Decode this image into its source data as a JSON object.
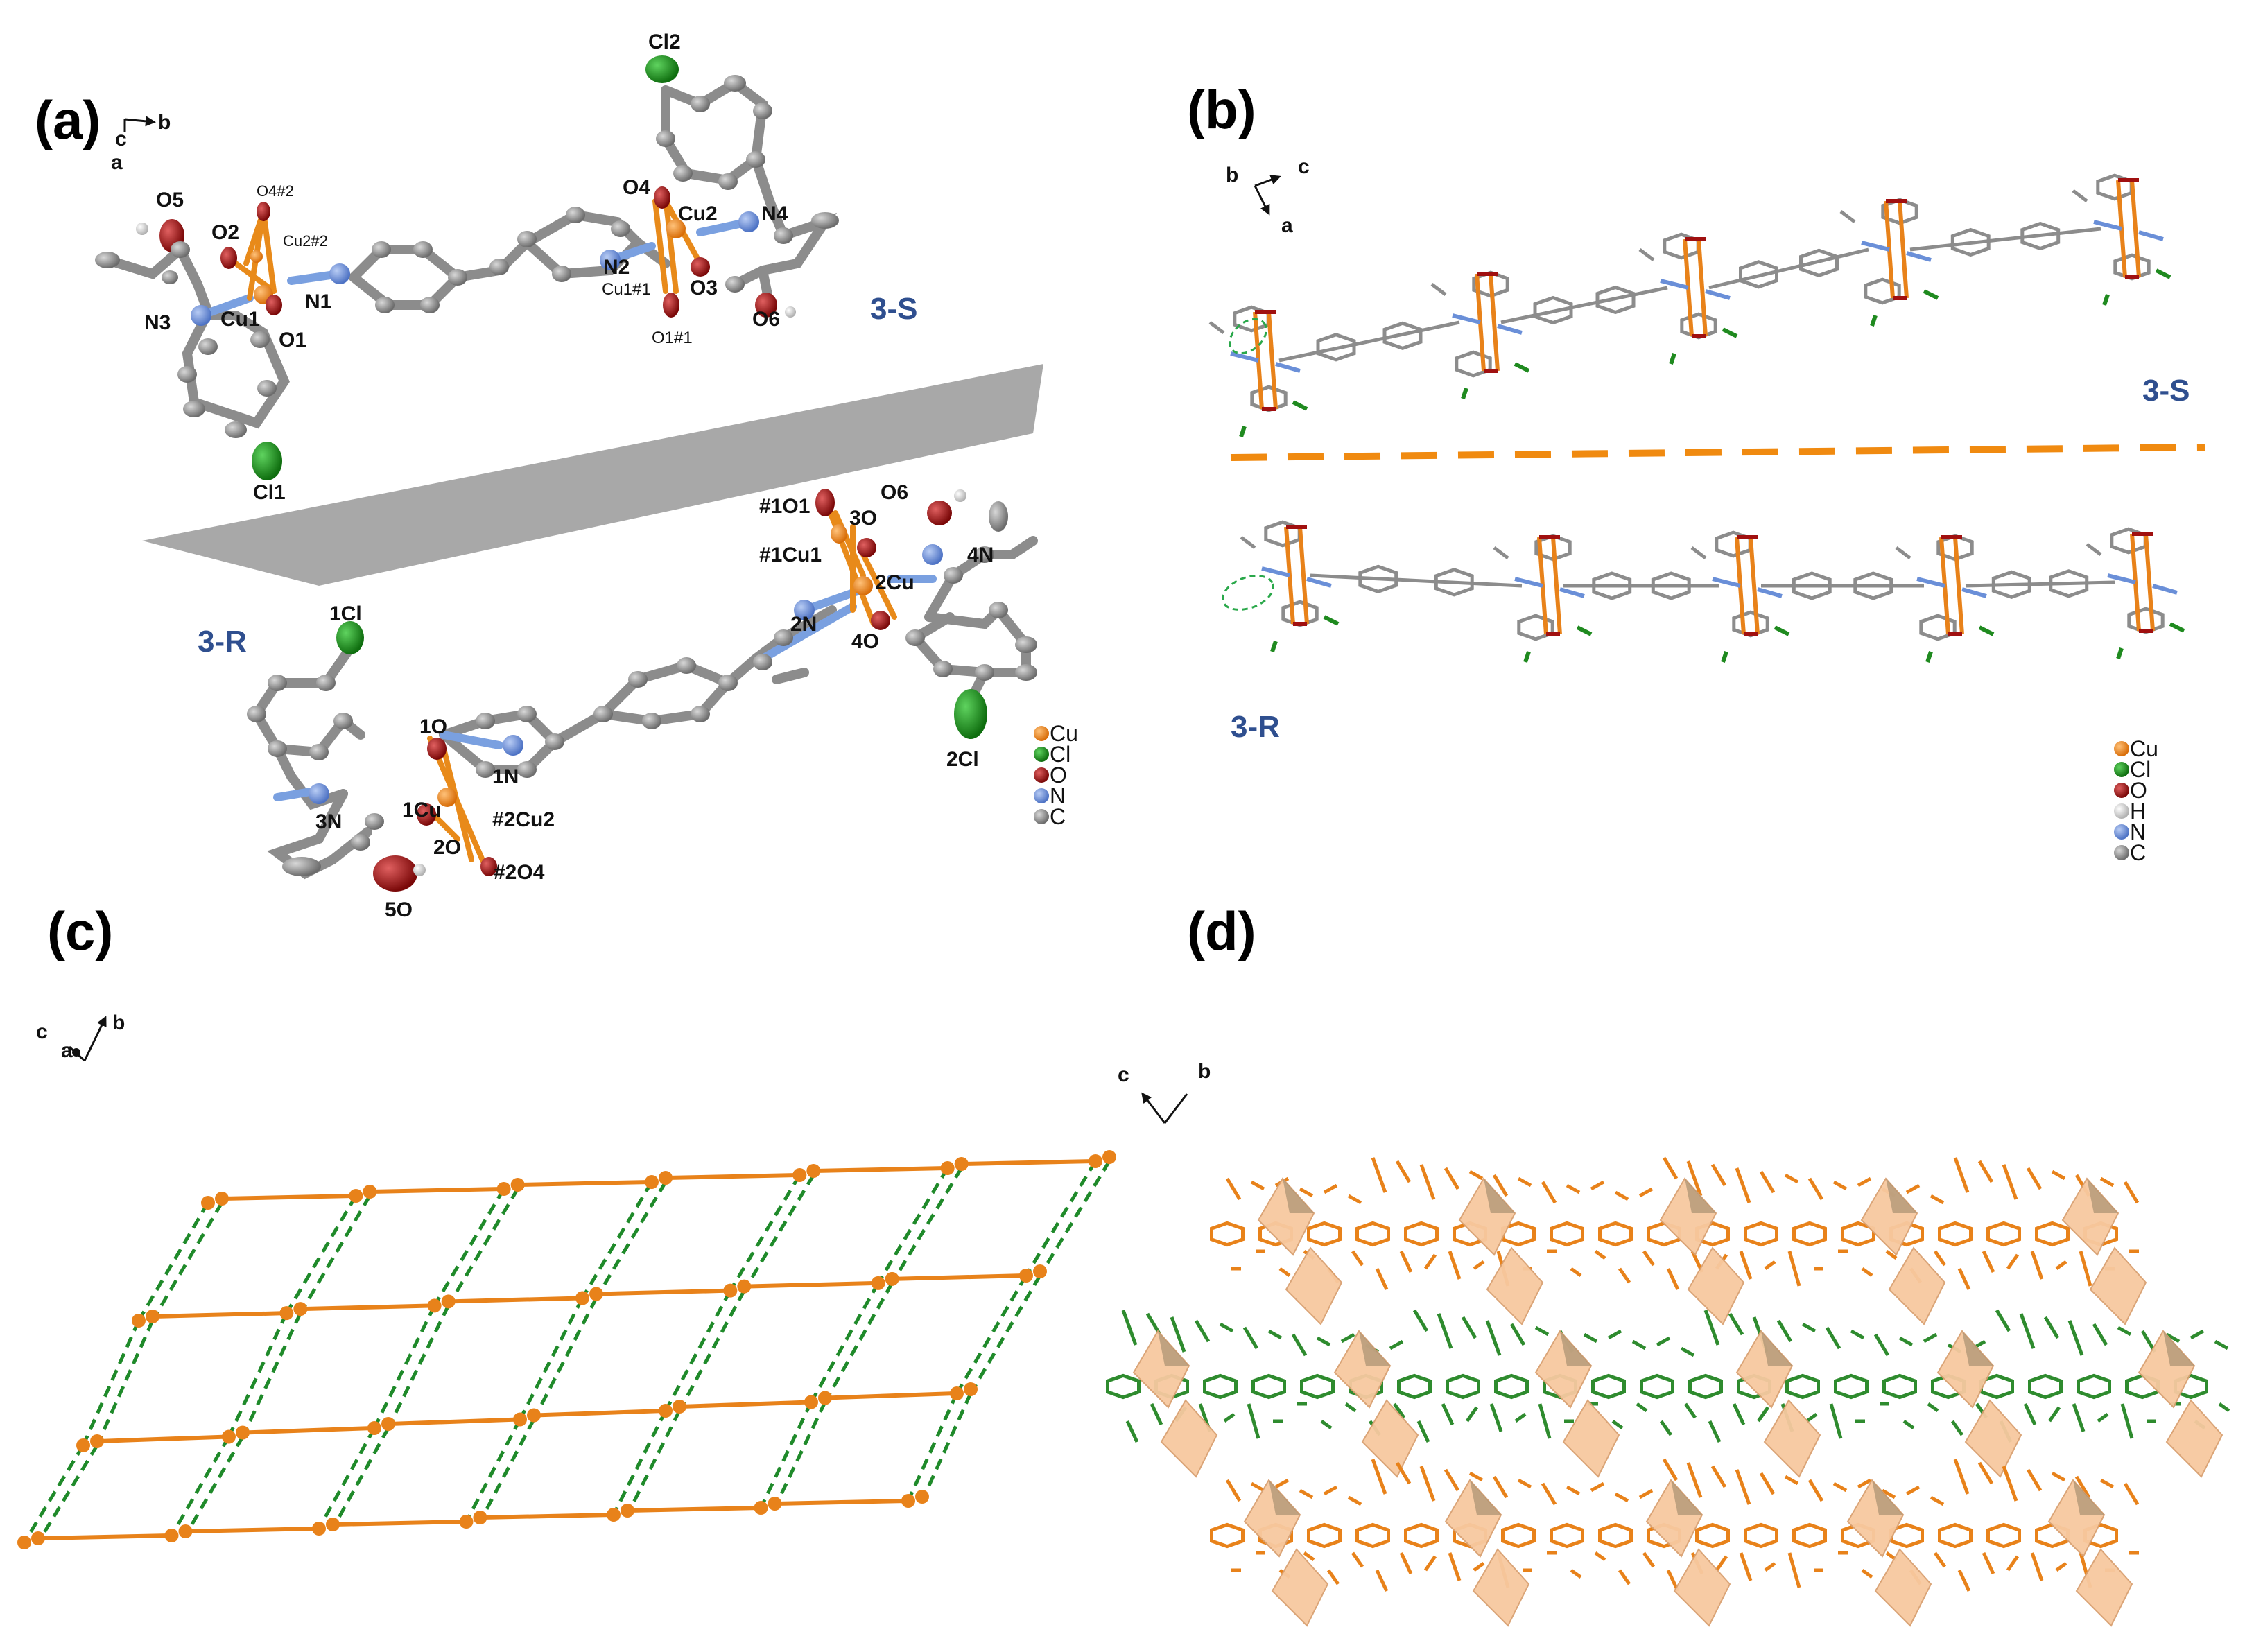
{
  "colors": {
    "cu": "#e8821a",
    "cl": "#1f8a1f",
    "o": "#a01010",
    "n": "#6a8fd8",
    "c": "#8c8c8c",
    "h": "#d8d8d8",
    "plane": "#a8a8a8",
    "orange_net": "#e8821a",
    "green_net": "#2e8b2e",
    "dash_orange": "#f08a10",
    "dash_green": "#1f8a2a",
    "tag": "#2f4f8f"
  },
  "panels": {
    "a": {
      "label": "(a)",
      "axes": {
        "c": "c",
        "b": "b",
        "a": "a"
      },
      "tag_s": "3-S",
      "tag_r": "3-R",
      "atoms_s": {
        "O5": "O5",
        "O2": "O2",
        "O4_2": "O4#2",
        "Cu2_2": "Cu2#2",
        "N3": "N3",
        "Cu1": "Cu1",
        "N1": "N1",
        "O1": "O1",
        "Cl1": "Cl1",
        "Cl2": "Cl2",
        "O4": "O4",
        "Cu2": "Cu2",
        "N4": "N4",
        "N2": "N2",
        "Cu1_1": "Cu1#1",
        "O3": "O3",
        "O1_1": "O1#1",
        "O6": "O6"
      },
      "atoms_r": {
        "O1_1": "#1O1",
        "O6": "O6",
        "O3": "3O",
        "Cu1_1": "#1Cu1",
        "N4": "4N",
        "Cu2": "2Cu",
        "N2": "2N",
        "O4": "4O",
        "Cl1": "1Cl",
        "O1": "1O",
        "N1": "1N",
        "N3": "3N",
        "Cu1": "1Cu",
        "Cu2_2": "#2Cu2",
        "O2": "2O",
        "O4_2": "#2O4",
        "O5": "5O",
        "Cl2": "2Cl"
      },
      "legend": [
        "Cu",
        "Cl",
        "O",
        "N",
        "C"
      ]
    },
    "b": {
      "label": "(b)",
      "axes": {
        "b": "b",
        "c": "c",
        "a": "a"
      },
      "tag_s": "3-S",
      "tag_r": "3-R",
      "legend": [
        "Cu",
        "Cl",
        "O",
        "H",
        "N",
        "C"
      ]
    },
    "c": {
      "label": "(c)",
      "axes": {
        "c": "c",
        "a": "a",
        "b": "b"
      }
    },
    "d": {
      "label": "(d)",
      "axes": {
        "c": "c",
        "b": "b"
      }
    }
  }
}
